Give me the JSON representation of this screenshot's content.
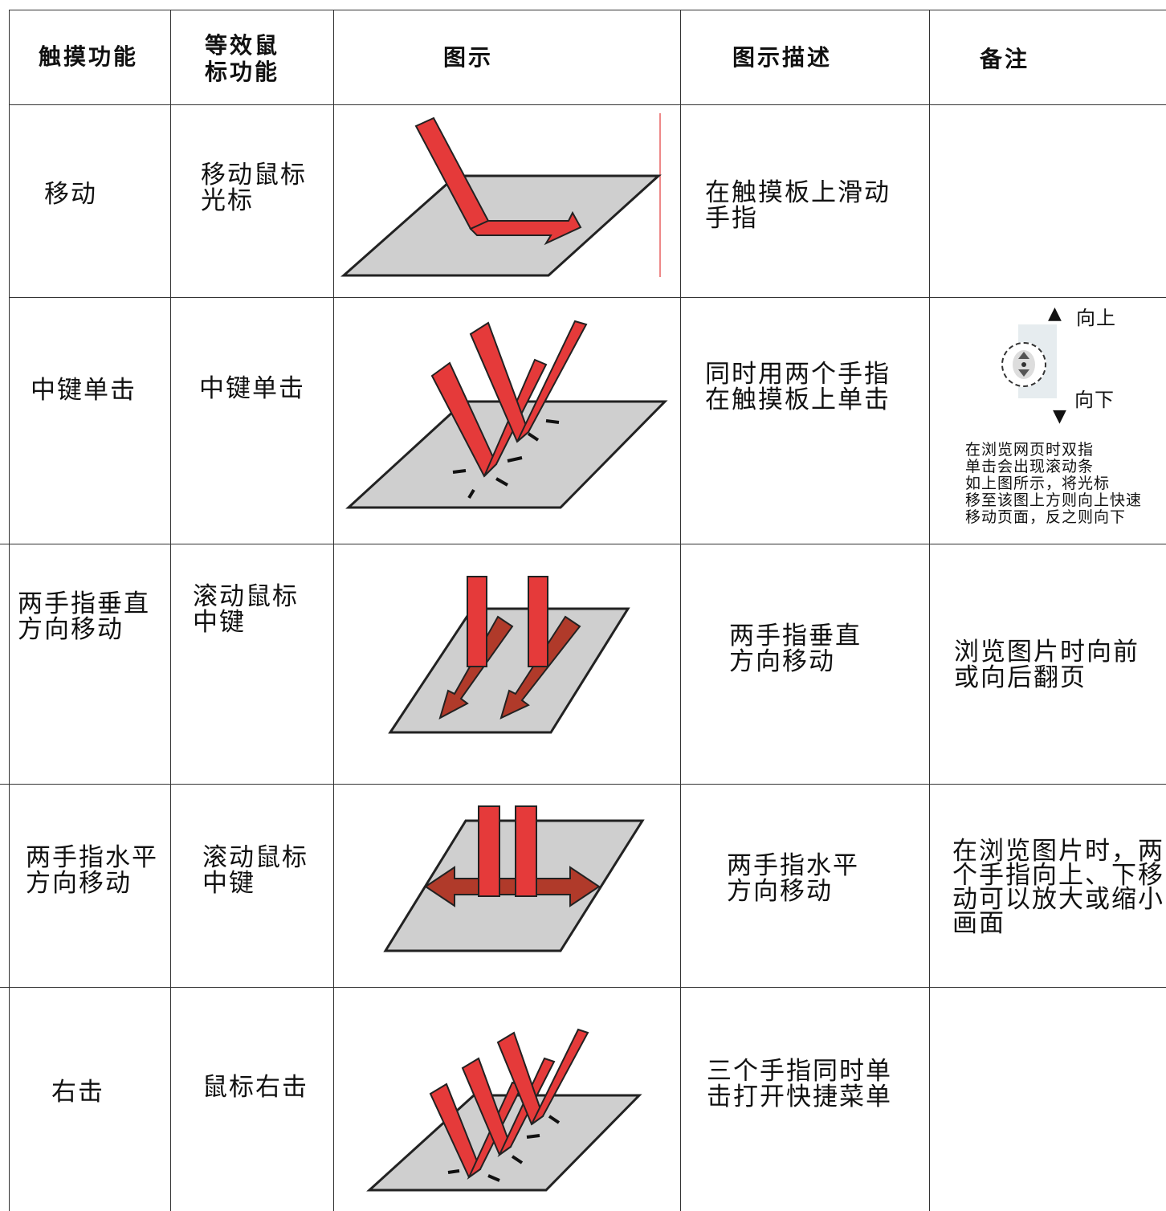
{
  "header": {
    "touch_function": "触摸功能",
    "mouse_equivalent": "等效鼠\n标功能",
    "illustration": "图示",
    "description": "图示描述",
    "notes": "备注"
  },
  "rows": [
    {
      "touch": "移动",
      "mouse": "移动鼠标\n光标",
      "description": "在触摸板上滑动\n手指",
      "notes": ""
    },
    {
      "touch": "中键单击",
      "mouse": "中键单击",
      "description": "同时用两个手指\n在触摸板上单击",
      "notes": "在浏览网页时双指\n单击会出现滚动条\n如上图所示，将光标\n移至该图上方则向上快速\n移动页面，反之则向下",
      "scroll_up_label": "向上",
      "scroll_down_label": "向下"
    },
    {
      "touch": "两手指垂直\n方向移动",
      "mouse": "滚动鼠标\n中键",
      "description": "两手指垂直\n方向移动",
      "notes": "浏览图片时向前\n或向后翻页"
    },
    {
      "touch": "两手指水平\n方向移动",
      "mouse": "滚动鼠标\n中键",
      "description": "两手指水平\n方向移动",
      "notes": "在浏览图片时，两\n个手指向上、下移\n动可以放大或缩小\n画面"
    },
    {
      "touch": "右击",
      "mouse": "鼠标右击",
      "description": "三个手指同时单\n击打开快捷菜单",
      "notes": ""
    }
  ],
  "colors": {
    "finger_red": "#e53a3a",
    "finger_dark": "#b02020",
    "pad_gray": "#cfcfcf",
    "grid_line": "#333333"
  }
}
